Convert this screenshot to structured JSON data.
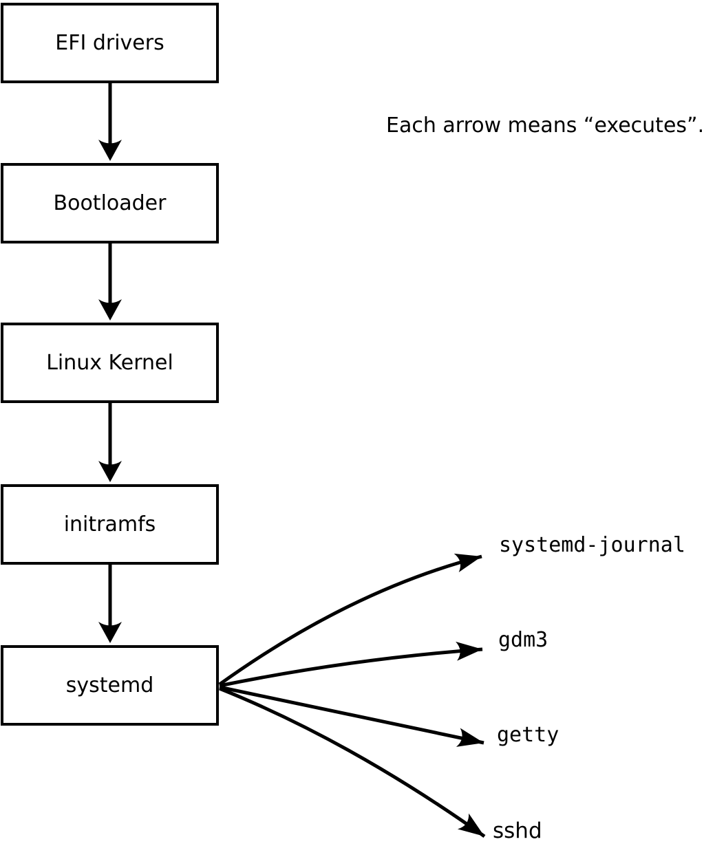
{
  "annotation": {
    "text": "Each arrow means “executes”.",
    "arrow_meaning": "executes"
  },
  "flow": {
    "boxes": [
      {
        "id": "efi-drivers",
        "label": "EFI drivers"
      },
      {
        "id": "bootloader",
        "label": "Bootloader"
      },
      {
        "id": "linux-kernel",
        "label": "Linux Kernel"
      },
      {
        "id": "initramfs",
        "label": "initramfs"
      },
      {
        "id": "systemd",
        "label": "systemd"
      }
    ]
  },
  "targets": [
    {
      "id": "systemd-journal",
      "label": "systemd-journal"
    },
    {
      "id": "gdm3",
      "label": "gdm3"
    },
    {
      "id": "getty",
      "label": "getty"
    },
    {
      "id": "sshd",
      "label": "sshd"
    }
  ],
  "colors": {
    "stroke": "#000000",
    "background": "#ffffff",
    "text": "#000000"
  }
}
